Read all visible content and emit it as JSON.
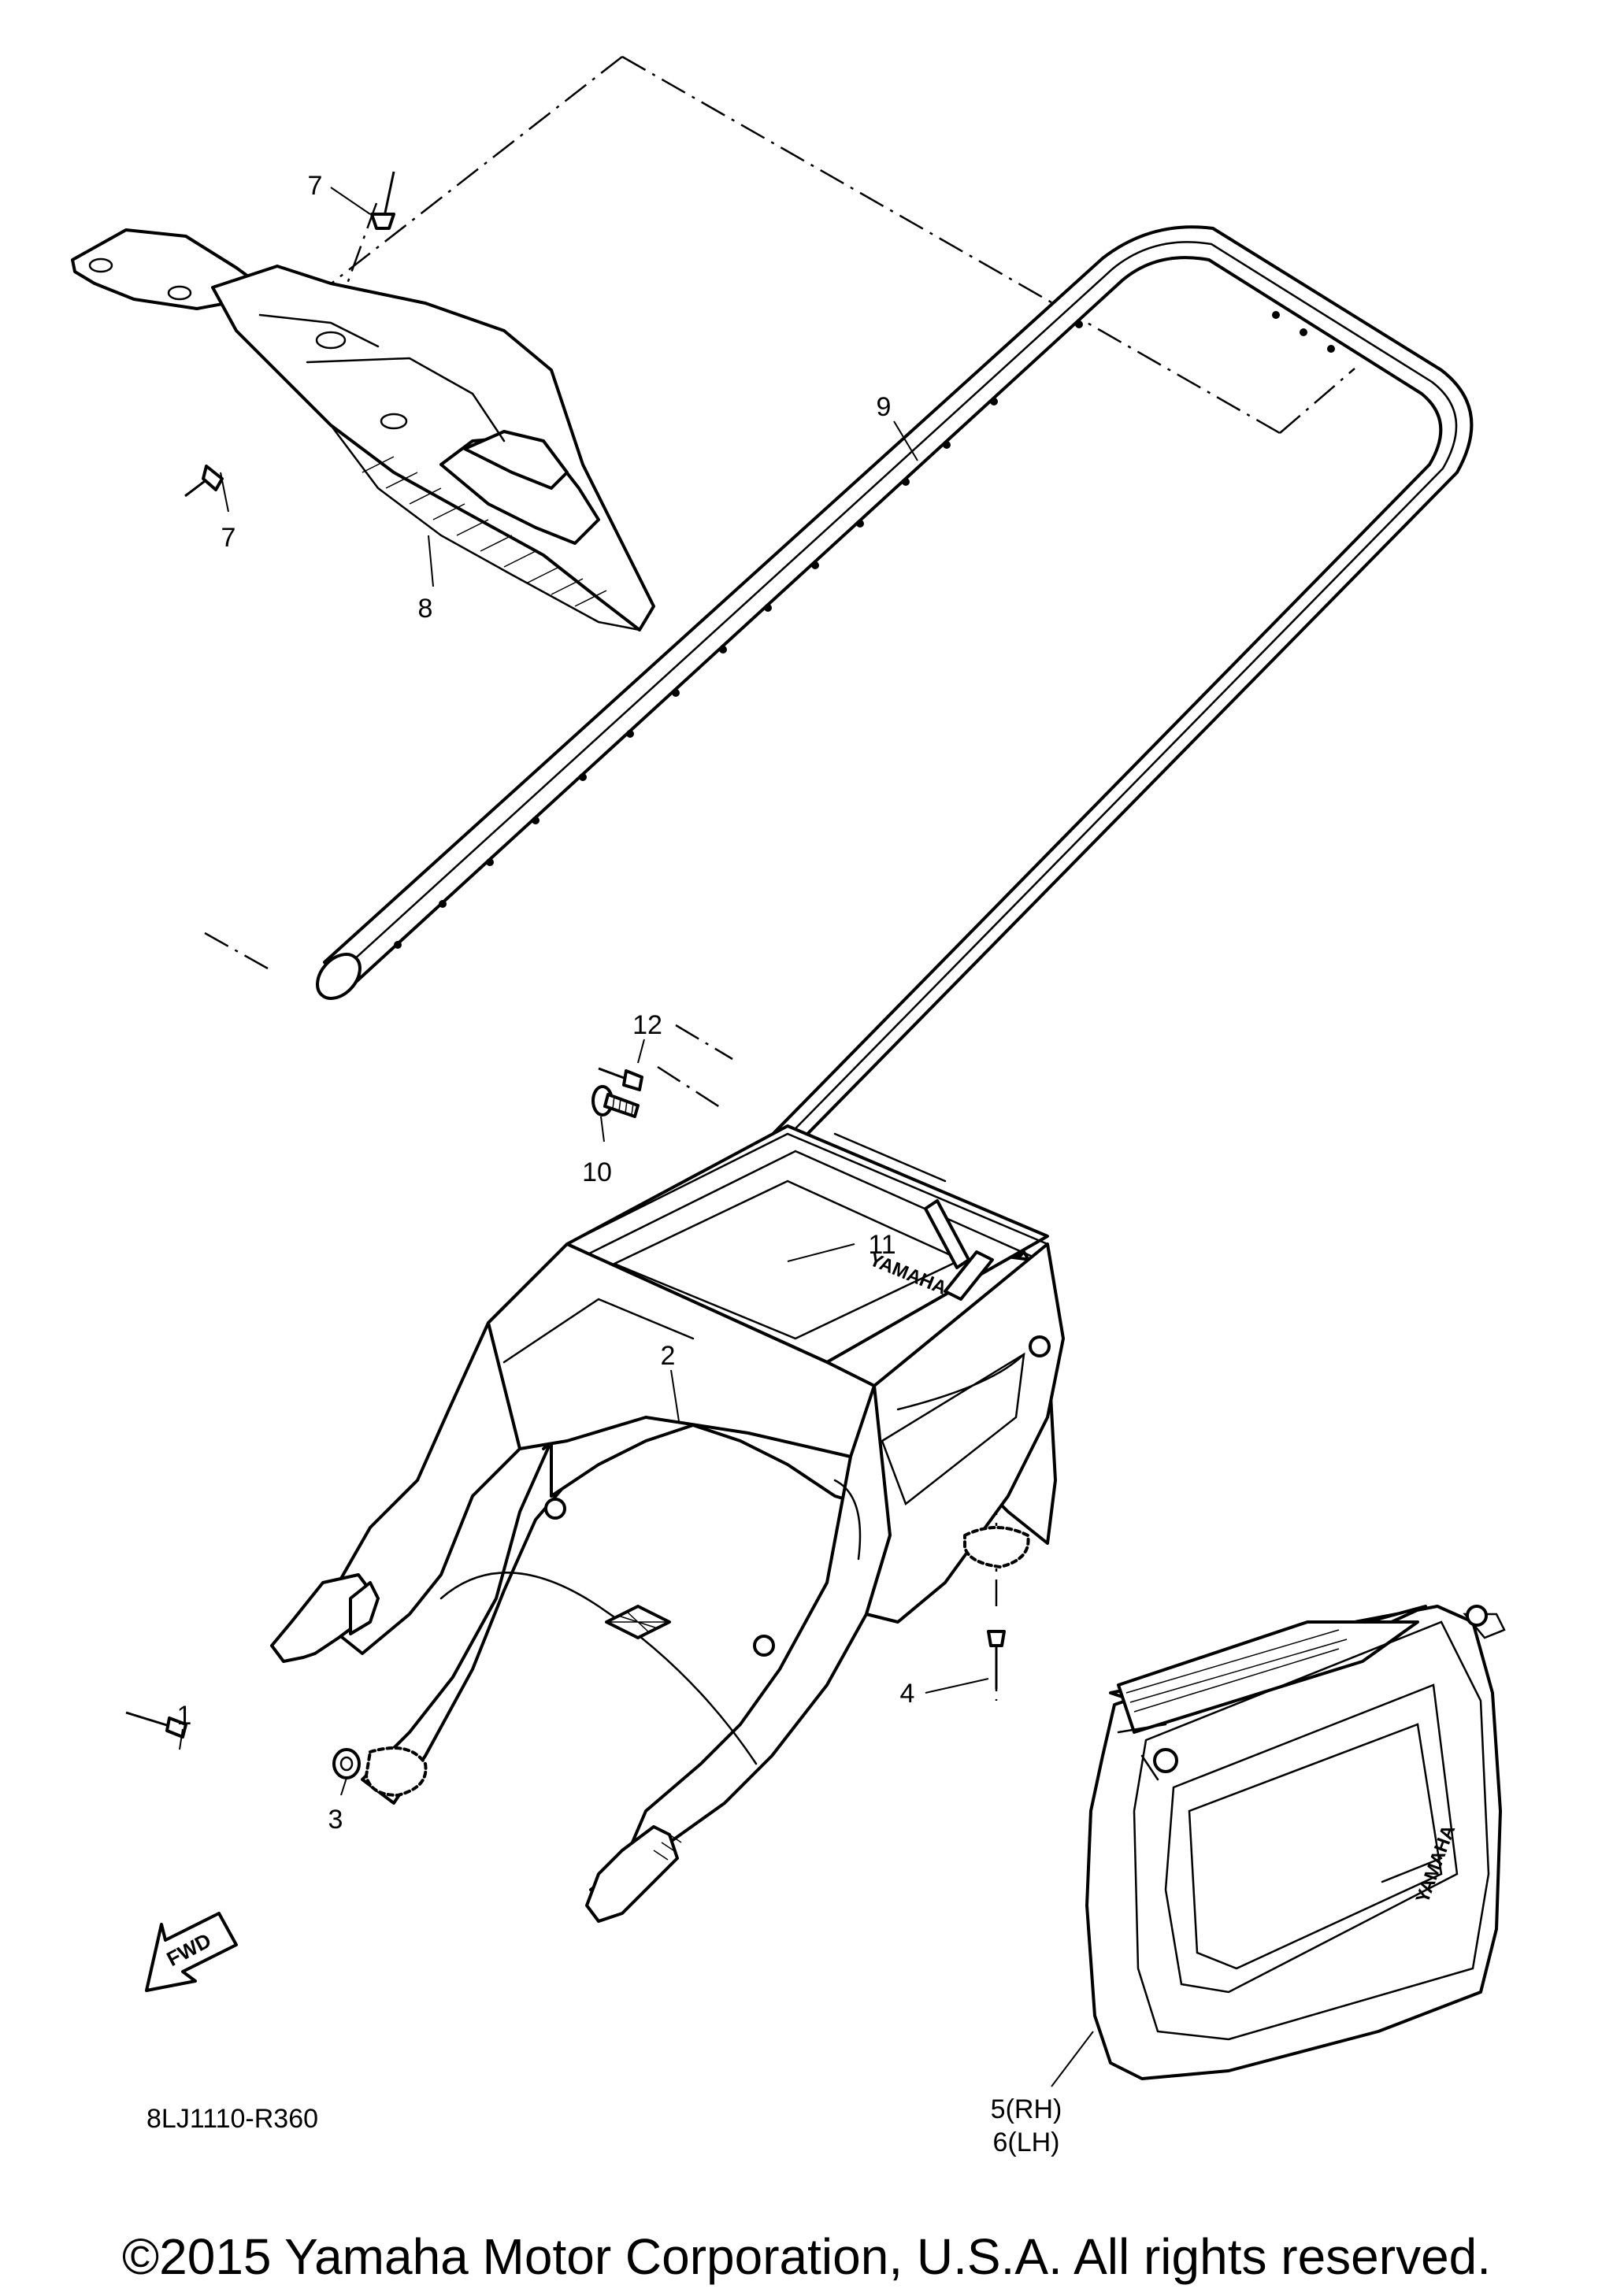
{
  "callouts": {
    "c1": "1",
    "c2": "2",
    "c3": "3",
    "c4": "4",
    "c5": "5(RH)",
    "c6": "6(LH)",
    "c7a": "7",
    "c7b": "7",
    "c8": "8",
    "c9": "9",
    "c10": "10",
    "c11": "11",
    "c12": "12"
  },
  "fwd_label": "FWD",
  "brand_marks": [
    "YAMAHA",
    "YAMAHA"
  ],
  "diagram_code": "8LJ1110-R360",
  "copyright": "©2015 Yamaha Motor Corporation, U.S.A. All rights reserved."
}
